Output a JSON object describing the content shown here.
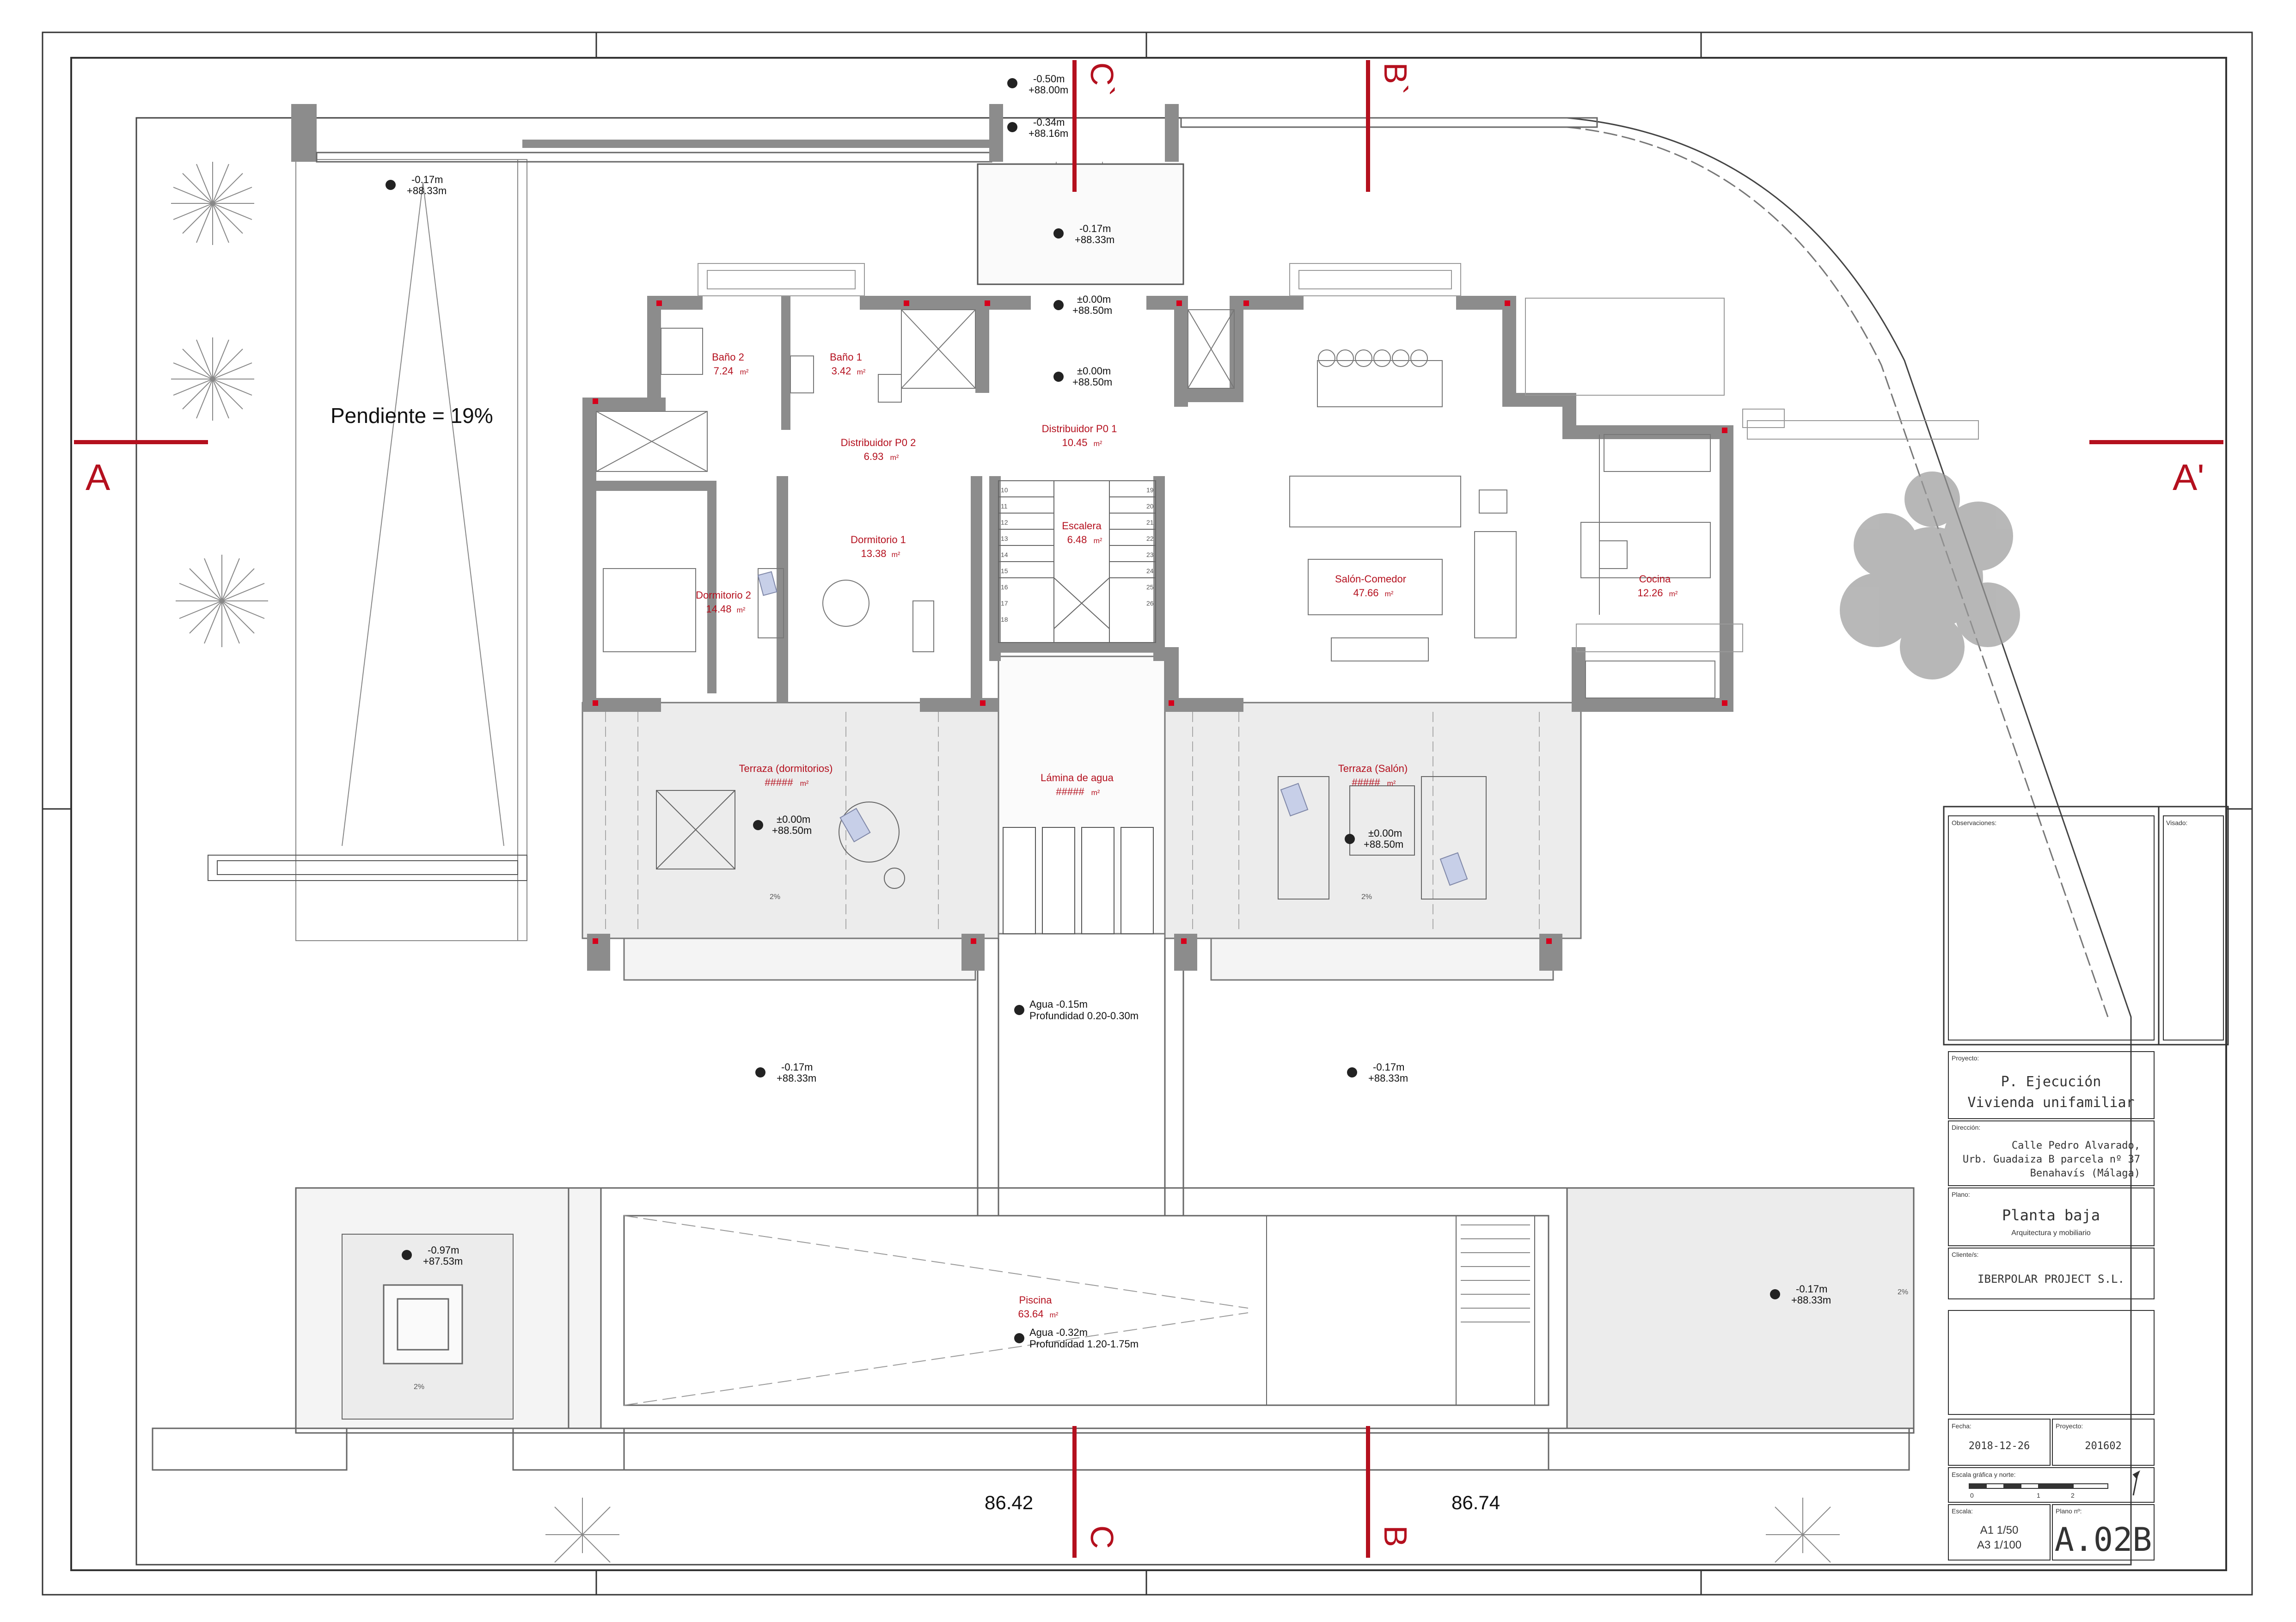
{
  "title_block": {
    "observations_label": "Observaciones:",
    "visado_label": "Visado:",
    "project_label": "Proyecto:",
    "project_line1": "P. Ejecución",
    "project_line2": "Vivienda unifamiliar",
    "address_label": "Dirección:",
    "address_line1": "Calle Pedro Alvarado,",
    "address_line2": "Urb. Guadaiza B parcela nº 37",
    "address_line3": "Benahavís (Málaga)",
    "plan_label": "Plano:",
    "plan_title": "Planta baja",
    "plan_subtitle": "Arquitectura y mobiliario",
    "client_label": "Cliente/s:",
    "client_name": "IBERPOLAR PROJECT S.L.",
    "date_label": "Fecha:",
    "date_value": "2018-12-26",
    "project_no_label": "Proyecto:",
    "project_no_value": "201602",
    "graphic_scale_label": "Escala gráfica y norte:",
    "scale_ticks": [
      "0",
      "1",
      "2"
    ],
    "scale_label": "Escala:",
    "scale_a1": "A1 1/50",
    "scale_a3": "A3 1/100",
    "sheet_no_label": "Plano nº:",
    "sheet_no_value": "A.02B"
  },
  "sections": {
    "a_left": "A",
    "a_right": "A'",
    "b_top": "B`",
    "b_bottom": "B",
    "c_top": "C`",
    "c_bottom": "C"
  },
  "slope_note": "Pendiente = 19%",
  "rooms": [
    {
      "name": "Baño 2",
      "area": "7.24"
    },
    {
      "name": "Baño 1",
      "area": "3.42"
    },
    {
      "name": "Distribuidor P0 2",
      "area": "6.93"
    },
    {
      "name": "Distribuidor P0 1",
      "area": "10.45"
    },
    {
      "name": "Escalera",
      "area": "6.48"
    },
    {
      "name": "Dormitorio 1",
      "area": "13.38"
    },
    {
      "name": "Dormitorio 2",
      "area": "14.48"
    },
    {
      "name": "Salón-Comedor",
      "area": "47.66"
    },
    {
      "name": "Cocina",
      "area": "12.26"
    },
    {
      "name": "Terraza (dormitorios)",
      "area": "#####"
    },
    {
      "name": "Lámina de agua",
      "area": "#####"
    },
    {
      "name": "Terraza (Salón)",
      "area": "#####"
    },
    {
      "name": "Piscina",
      "area": "63.64"
    }
  ],
  "area_unit": "m²",
  "levels": [
    {
      "a": "-0.50m",
      "b": "+88.00m"
    },
    {
      "a": "-0.34m",
      "b": "+88.16m"
    },
    {
      "a": "-0.17m",
      "b": "+88.33m"
    },
    {
      "a": "-0.17m",
      "b": "+88.33m"
    },
    {
      "a": "±0.00m",
      "b": "+88.50m"
    },
    {
      "a": "±0.00m",
      "b": "+88.50m"
    },
    {
      "a": "±0.00m",
      "b": "+88.50m"
    },
    {
      "a": "±0.00m",
      "b": "+88.50m"
    },
    {
      "a": "Agua -0.15m",
      "b": "Profundidad 0.20-0.30m"
    },
    {
      "a": "-0.17m",
      "b": "+88.33m"
    },
    {
      "a": "-0.17m",
      "b": "+88.33m"
    },
    {
      "a": "-0.97m",
      "b": "+87.53m"
    },
    {
      "a": "Agua -0.32m",
      "b": "Profundidad 1.20-1.75m"
    },
    {
      "a": "-0.17m",
      "b": "+88.33m"
    }
  ],
  "ground_levels": {
    "left": "86.42",
    "right": "86.74"
  },
  "slope_marks": [
    "2%",
    "2%",
    "2%",
    "2%"
  ],
  "stair_numbers": [
    "10",
    "11",
    "12",
    "13",
    "14",
    "15",
    "16",
    "17",
    "18",
    "19",
    "20",
    "21",
    "22",
    "23",
    "24",
    "25",
    "26"
  ],
  "colors": {
    "accent_red": "#b4101e",
    "wall_gray": "#8c8c8c",
    "terrace_fill": "#ececec"
  }
}
